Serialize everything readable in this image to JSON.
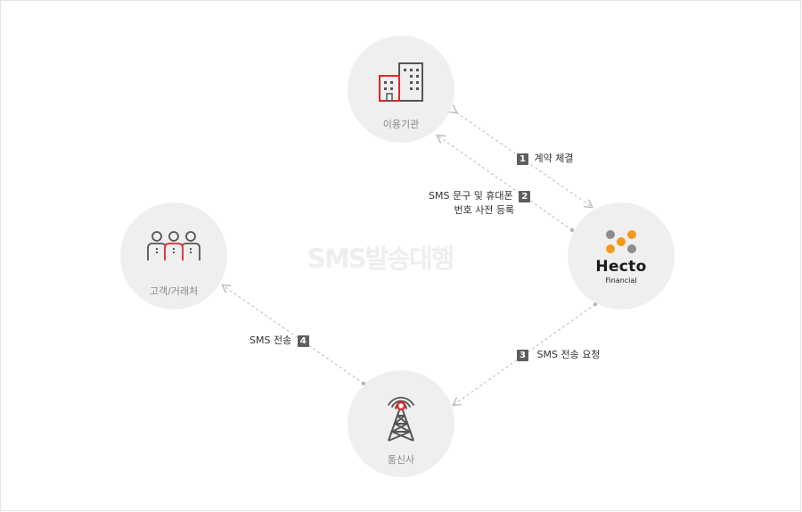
{
  "title": "SMS발송대행",
  "nodes": {
    "org": {
      "label": "이용기관"
    },
    "customer": {
      "label": "고객/거래처"
    },
    "hecto": {
      "brand": "Hecto",
      "sub": "Financial"
    },
    "carrier": {
      "label": "통신사"
    }
  },
  "steps": [
    {
      "num": "1",
      "text": "계약 체결"
    },
    {
      "num": "2",
      "line1": "SMS 문구 및 휴대폰",
      "line2": "번호 사전 등록"
    },
    {
      "num": "3",
      "text": "SMS 전송 요청"
    },
    {
      "num": "4",
      "text": "SMS 전송"
    }
  ],
  "colors": {
    "circle": "#efefef",
    "accent_red": "#e0262c",
    "brand_orange": "#f39a1e",
    "brand_gray": "#8c8c8c",
    "arrow": "#bdbdbd"
  }
}
